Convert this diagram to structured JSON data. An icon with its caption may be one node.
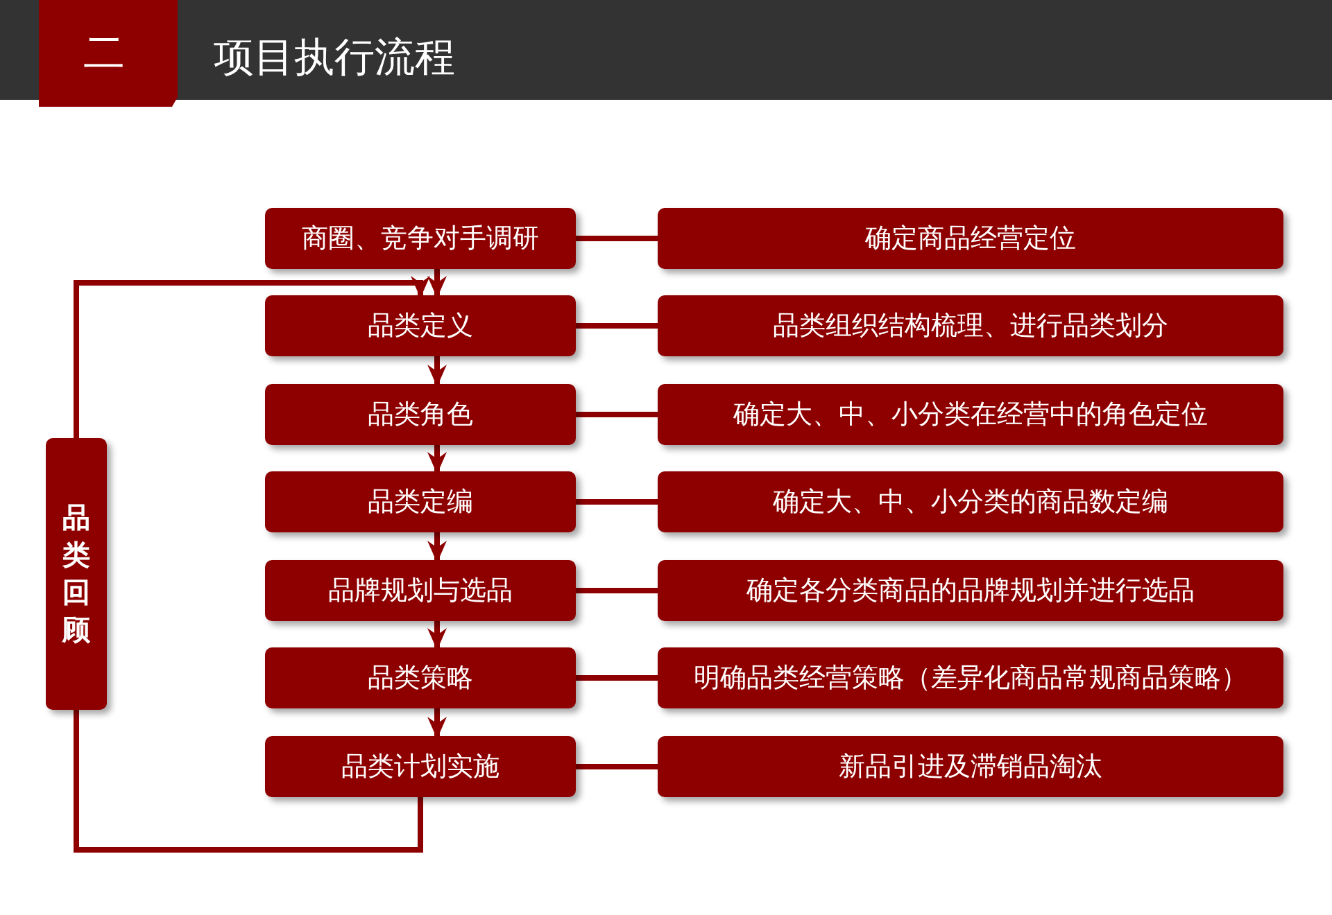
{
  "diagram": {
    "title": "项目执行流程",
    "nodes": [
      {
        "text": [
          "商圈、竞争对手调研"
        ]
      },
      {
        "text": [
          "品类定义"
        ]
      },
      {
        "text": [
          "品类角色"
        ]
      },
      {
        "text": [
          "品类定编"
        ]
      },
      {
        "text": [
          "品牌规划与选品"
        ]
      },
      {
        "text": [
          "品类策略"
        ]
      },
      {
        "text": [
          "品类计划实施"
        ]
      },
      {
        "text": [
          "确定商品经营定位"
        ]
      },
      {
        "text": [
          "品类组织结构梳理、进行品类划分"
        ]
      },
      {
        "text": [
          "确定大、中、小分类在经营中的角色定位"
        ]
      },
      {
        "text": [
          "确定大、中、小分类的商品数定编"
        ]
      },
      {
        "text": [
          "确定各分类商品的品牌规划并进行选品"
        ]
      },
      {
        "text": [
          "明确品类经营策略（差异化商品常规商品策略）"
        ]
      },
      {
        "text": [
          "新品引进及滞销品淘汰"
        ]
      },
      {
        "text": [
          "品类回顾"
        ]
      }
    ],
    "edges": [
      {
        "from": 0,
        "to": 1,
        "arrow": "to"
      },
      {
        "from": 1,
        "to": 2,
        "arrow": "to"
      },
      {
        "from": 2,
        "to": 3,
        "arrow": "to"
      },
      {
        "from": 3,
        "to": 4,
        "arrow": "to"
      },
      {
        "from": 4,
        "to": 5,
        "arrow": "to"
      },
      {
        "from": 5,
        "to": 6,
        "arrow": "to"
      },
      {
        "from": 0,
        "to": 7,
        "arrow": "none"
      },
      {
        "from": 1,
        "to": 8,
        "arrow": "none"
      },
      {
        "from": 2,
        "to": 9,
        "arrow": "none"
      },
      {
        "from": 3,
        "to": 10,
        "arrow": "none"
      },
      {
        "from": 4,
        "to": 11,
        "arrow": "none"
      },
      {
        "from": 5,
        "to": 12,
        "arrow": "none"
      },
      {
        "from": 6,
        "to": 13,
        "arrow": "none"
      },
      {
        "from": 6,
        "to": 14,
        "arrow": "none"
      },
      {
        "from": 14,
        "to": 1,
        "arrow": "to"
      }
    ],
    "labels": [
      "二"
    ]
  }
}
